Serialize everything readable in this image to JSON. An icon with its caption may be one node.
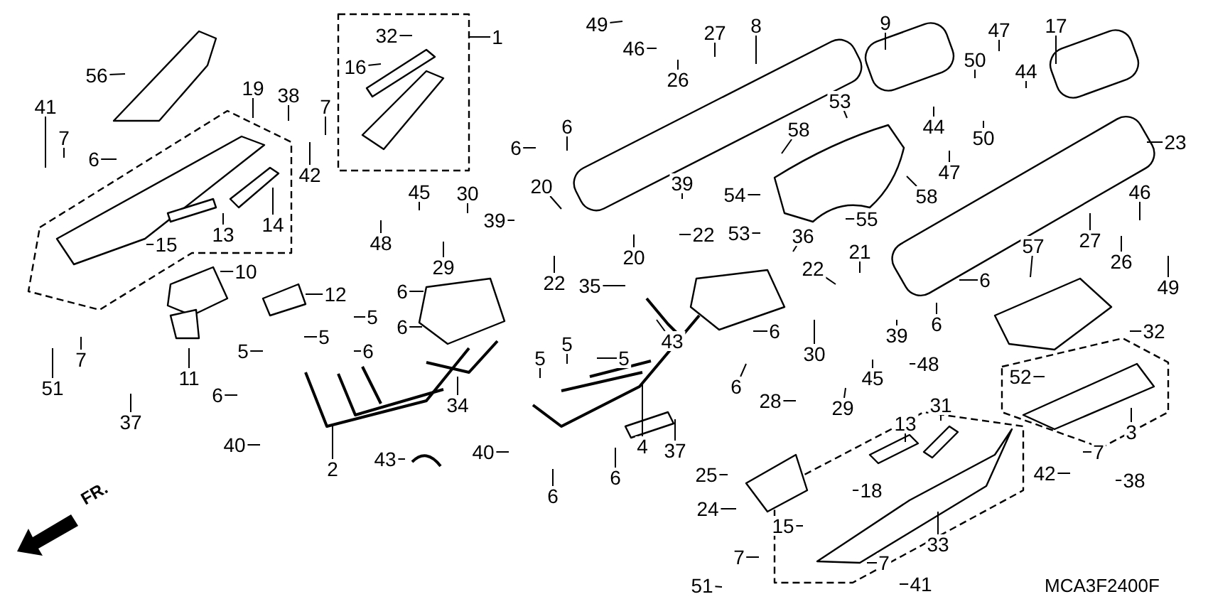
{
  "diagram": {
    "nodes": [
      {
        "text": [
          "49"
        ]
      },
      {
        "text": [
          "8"
        ]
      },
      {
        "text": [
          "9"
        ]
      },
      {
        "text": [
          "17"
        ]
      },
      {
        "text": [
          "47"
        ]
      },
      {
        "text": [
          "27"
        ]
      },
      {
        "text": [
          "32"
        ]
      },
      {
        "text": [
          "1"
        ]
      },
      {
        "text": [
          "46"
        ]
      },
      {
        "text": [
          "50"
        ]
      },
      {
        "text": [
          "16"
        ]
      },
      {
        "text": [
          "44"
        ]
      },
      {
        "text": [
          "56"
        ]
      },
      {
        "text": [
          "26"
        ]
      },
      {
        "text": [
          "19"
        ]
      },
      {
        "text": [
          "38"
        ]
      },
      {
        "text": [
          "53"
        ]
      },
      {
        "text": [
          "41"
        ]
      },
      {
        "text": [
          "7"
        ]
      },
      {
        "text": [
          "6"
        ]
      },
      {
        "text": [
          "44"
        ]
      },
      {
        "text": [
          "58"
        ]
      },
      {
        "text": [
          "50"
        ]
      },
      {
        "text": [
          "7"
        ]
      },
      {
        "text": [
          "23"
        ]
      },
      {
        "text": [
          "6"
        ]
      },
      {
        "text": [
          "6"
        ]
      },
      {
        "text": [
          "47"
        ]
      },
      {
        "text": [
          "42"
        ]
      },
      {
        "text": [
          "39"
        ]
      },
      {
        "text": [
          "20"
        ]
      },
      {
        "text": [
          "45"
        ]
      },
      {
        "text": [
          "46"
        ]
      },
      {
        "text": [
          "30"
        ]
      },
      {
        "text": [
          "54"
        ]
      },
      {
        "text": [
          "58"
        ]
      },
      {
        "text": [
          "55"
        ]
      },
      {
        "text": [
          "39"
        ]
      },
      {
        "text": [
          "14"
        ]
      },
      {
        "text": [
          "53"
        ]
      },
      {
        "text": [
          "13"
        ]
      },
      {
        "text": [
          "22"
        ]
      },
      {
        "text": [
          "36"
        ]
      },
      {
        "text": [
          "27"
        ]
      },
      {
        "text": [
          "48"
        ]
      },
      {
        "text": [
          "15"
        ]
      },
      {
        "text": [
          "57"
        ]
      },
      {
        "text": [
          "21"
        ]
      },
      {
        "text": [
          "20"
        ]
      },
      {
        "text": [
          "26"
        ]
      },
      {
        "text": [
          "29"
        ]
      },
      {
        "text": [
          "22"
        ]
      },
      {
        "text": [
          "10"
        ]
      },
      {
        "text": [
          "6"
        ]
      },
      {
        "text": [
          "22"
        ]
      },
      {
        "text": [
          "35"
        ]
      },
      {
        "text": [
          "49"
        ]
      },
      {
        "text": [
          "6"
        ]
      },
      {
        "text": [
          "12"
        ]
      },
      {
        "text": [
          "5"
        ]
      },
      {
        "text": [
          "6"
        ]
      },
      {
        "text": [
          "6"
        ]
      },
      {
        "text": [
          "6"
        ]
      },
      {
        "text": [
          "32"
        ]
      },
      {
        "text": [
          "39"
        ]
      },
      {
        "text": [
          "5"
        ]
      },
      {
        "text": [
          "43"
        ]
      },
      {
        "text": [
          "5"
        ]
      },
      {
        "text": [
          "5"
        ]
      },
      {
        "text": [
          "6"
        ]
      },
      {
        "text": [
          "30"
        ]
      },
      {
        "text": [
          "5"
        ]
      },
      {
        "text": [
          "5"
        ]
      },
      {
        "text": [
          "7"
        ]
      },
      {
        "text": [
          "48"
        ]
      },
      {
        "text": [
          "45"
        ]
      },
      {
        "text": [
          "52"
        ]
      },
      {
        "text": [
          "11"
        ]
      },
      {
        "text": [
          "6"
        ]
      },
      {
        "text": [
          "51"
        ]
      },
      {
        "text": [
          "6"
        ]
      },
      {
        "text": [
          "28"
        ]
      },
      {
        "text": [
          "34"
        ]
      },
      {
        "text": [
          "31"
        ]
      },
      {
        "text": [
          "29"
        ]
      },
      {
        "text": [
          "37"
        ]
      },
      {
        "text": [
          "13"
        ]
      },
      {
        "text": [
          "3"
        ]
      },
      {
        "text": [
          "40"
        ]
      },
      {
        "text": [
          "4"
        ]
      },
      {
        "text": [
          "37"
        ]
      },
      {
        "text": [
          "40"
        ]
      },
      {
        "text": [
          "7"
        ]
      },
      {
        "text": [
          "43"
        ]
      },
      {
        "text": [
          "2"
        ]
      },
      {
        "text": [
          "42"
        ]
      },
      {
        "text": [
          "25"
        ]
      },
      {
        "text": [
          "6"
        ]
      },
      {
        "text": [
          "38"
        ]
      },
      {
        "text": [
          "18"
        ]
      },
      {
        "text": [
          "6"
        ]
      },
      {
        "text": [
          "24"
        ]
      },
      {
        "text": [
          "15"
        ]
      },
      {
        "text": [
          "33"
        ]
      },
      {
        "text": [
          "7"
        ]
      },
      {
        "text": [
          "7"
        ]
      },
      {
        "text": [
          "41"
        ]
      },
      {
        "text": [
          "51"
        ]
      }
    ],
    "edges": [
      {
        "from": 0,
        "to": null,
        "arrow": "none"
      },
      {
        "from": 1,
        "to": null,
        "arrow": "none"
      },
      {
        "from": 2,
        "to": null,
        "arrow": "none"
      },
      {
        "from": 3,
        "to": null,
        "arrow": "none"
      },
      {
        "from": 4,
        "to": null,
        "arrow": "none"
      },
      {
        "from": 5,
        "to": null,
        "arrow": "none"
      },
      {
        "from": 6,
        "to": null,
        "arrow": "none"
      },
      {
        "from": 7,
        "to": null,
        "arrow": "none"
      },
      {
        "from": 8,
        "to": null,
        "arrow": "none"
      },
      {
        "from": 9,
        "to": null,
        "arrow": "none"
      },
      {
        "from": 10,
        "to": null,
        "arrow": "none"
      },
      {
        "from": 11,
        "to": null,
        "arrow": "none"
      },
      {
        "from": 12,
        "to": null,
        "arrow": "none"
      },
      {
        "from": 13,
        "to": null,
        "arrow": "none"
      },
      {
        "from": 14,
        "to": null,
        "arrow": "none"
      },
      {
        "from": 15,
        "to": null,
        "arrow": "none"
      },
      {
        "from": 16,
        "to": null,
        "arrow": "none"
      },
      {
        "from": 17,
        "to": null,
        "arrow": "none"
      },
      {
        "from": 18,
        "to": null,
        "arrow": "none"
      },
      {
        "from": 19,
        "to": null,
        "arrow": "none"
      },
      {
        "from": 20,
        "to": null,
        "arrow": "none"
      },
      {
        "from": 21,
        "to": null,
        "arrow": "none"
      },
      {
        "from": 22,
        "to": null,
        "arrow": "none"
      },
      {
        "from": 23,
        "to": null,
        "arrow": "none"
      },
      {
        "from": 24,
        "to": null,
        "arrow": "none"
      },
      {
        "from": 25,
        "to": null,
        "arrow": "none"
      },
      {
        "from": 26,
        "to": null,
        "arrow": "none"
      },
      {
        "from": 27,
        "to": null,
        "arrow": "none"
      },
      {
        "from": 28,
        "to": null,
        "arrow": "none"
      },
      {
        "from": 29,
        "to": null,
        "arrow": "none"
      },
      {
        "from": 30,
        "to": null,
        "arrow": "none"
      },
      {
        "from": 31,
        "to": null,
        "arrow": "none"
      },
      {
        "from": 32,
        "to": null,
        "arrow": "none"
      },
      {
        "from": 33,
        "to": null,
        "arrow": "none"
      },
      {
        "from": 34,
        "to": null,
        "arrow": "none"
      },
      {
        "from": 35,
        "to": null,
        "arrow": "none"
      },
      {
        "from": 36,
        "to": null,
        "arrow": "none"
      },
      {
        "from": 37,
        "to": null,
        "arrow": "none"
      },
      {
        "from": 38,
        "to": null,
        "arrow": "none"
      },
      {
        "from": 39,
        "to": null,
        "arrow": "none"
      },
      {
        "from": 40,
        "to": null,
        "arrow": "none"
      },
      {
        "from": 41,
        "to": null,
        "arrow": "none"
      },
      {
        "from": 42,
        "to": null,
        "arrow": "none"
      },
      {
        "from": 43,
        "to": null,
        "arrow": "none"
      },
      {
        "from": 44,
        "to": null,
        "arrow": "none"
      },
      {
        "from": 45,
        "to": null,
        "arrow": "none"
      },
      {
        "from": 46,
        "to": null,
        "arrow": "none"
      },
      {
        "from": 47,
        "to": null,
        "arrow": "none"
      },
      {
        "from": 48,
        "to": null,
        "arrow": "none"
      },
      {
        "from": 49,
        "to": null,
        "arrow": "none"
      },
      {
        "from": 50,
        "to": null,
        "arrow": "none"
      },
      {
        "from": 51,
        "to": null,
        "arrow": "none"
      },
      {
        "from": 52,
        "to": null,
        "arrow": "none"
      },
      {
        "from": 53,
        "to": null,
        "arrow": "none"
      },
      {
        "from": 54,
        "to": null,
        "arrow": "none"
      },
      {
        "from": 55,
        "to": null,
        "arrow": "none"
      },
      {
        "from": 56,
        "to": null,
        "arrow": "none"
      },
      {
        "from": 57,
        "to": null,
        "arrow": "none"
      },
      {
        "from": 58,
        "to": null,
        "arrow": "none"
      },
      {
        "from": 59,
        "to": null,
        "arrow": "none"
      },
      {
        "from": 60,
        "to": null,
        "arrow": "none"
      },
      {
        "from": 61,
        "to": null,
        "arrow": "none"
      },
      {
        "from": 62,
        "to": null,
        "arrow": "none"
      },
      {
        "from": 63,
        "to": null,
        "arrow": "none"
      },
      {
        "from": 64,
        "to": null,
        "arrow": "none"
      },
      {
        "from": 65,
        "to": null,
        "arrow": "none"
      },
      {
        "from": 66,
        "to": null,
        "arrow": "none"
      },
      {
        "from": 67,
        "to": null,
        "arrow": "none"
      },
      {
        "from": 68,
        "to": null,
        "arrow": "none"
      },
      {
        "from": 69,
        "to": null,
        "arrow": "none"
      },
      {
        "from": 70,
        "to": null,
        "arrow": "none"
      },
      {
        "from": 71,
        "to": null,
        "arrow": "none"
      },
      {
        "from": 72,
        "to": null,
        "arrow": "none"
      },
      {
        "from": 73,
        "to": null,
        "arrow": "none"
      },
      {
        "from": 74,
        "to": null,
        "arrow": "none"
      },
      {
        "from": 75,
        "to": null,
        "arrow": "none"
      },
      {
        "from": 76,
        "to": null,
        "arrow": "none"
      },
      {
        "from": 77,
        "to": null,
        "arrow": "none"
      },
      {
        "from": 78,
        "to": null,
        "arrow": "none"
      },
      {
        "from": 79,
        "to": null,
        "arrow": "none"
      },
      {
        "from": 80,
        "to": null,
        "arrow": "none"
      },
      {
        "from": 81,
        "to": null,
        "arrow": "none"
      },
      {
        "from": 82,
        "to": null,
        "arrow": "none"
      },
      {
        "from": 83,
        "to": null,
        "arrow": "none"
      },
      {
        "from": 84,
        "to": null,
        "arrow": "none"
      },
      {
        "from": 85,
        "to": null,
        "arrow": "none"
      },
      {
        "from": 86,
        "to": null,
        "arrow": "none"
      },
      {
        "from": 87,
        "to": null,
        "arrow": "none"
      },
      {
        "from": 88,
        "to": null,
        "arrow": "none"
      },
      {
        "from": 89,
        "to": null,
        "arrow": "none"
      },
      {
        "from": 90,
        "to": null,
        "arrow": "none"
      },
      {
        "from": 91,
        "to": null,
        "arrow": "none"
      },
      {
        "from": 92,
        "to": null,
        "arrow": "none"
      },
      {
        "from": 93,
        "to": null,
        "arrow": "none"
      },
      {
        "from": 94,
        "to": null,
        "arrow": "none"
      },
      {
        "from": 95,
        "to": null,
        "arrow": "none"
      },
      {
        "from": 96,
        "to": null,
        "arrow": "none"
      },
      {
        "from": 97,
        "to": null,
        "arrow": "none"
      },
      {
        "from": 98,
        "to": null,
        "arrow": "none"
      },
      {
        "from": 99,
        "to": null,
        "arrow": "none"
      },
      {
        "from": 100,
        "to": null,
        "arrow": "none"
      },
      {
        "from": 101,
        "to": null,
        "arrow": "none"
      },
      {
        "from": 102,
        "to": null,
        "arrow": "none"
      },
      {
        "from": 103,
        "to": null,
        "arrow": "none"
      },
      {
        "from": 104,
        "to": null,
        "arrow": "none"
      },
      {
        "from": 105,
        "to": null,
        "arrow": "none"
      },
      {
        "from": 106,
        "to": null,
        "arrow": "none"
      },
      {
        "from": 107,
        "to": null,
        "arrow": "none"
      }
    ],
    "labels": [
      "FR.",
      "MCA3F2400F"
    ]
  }
}
